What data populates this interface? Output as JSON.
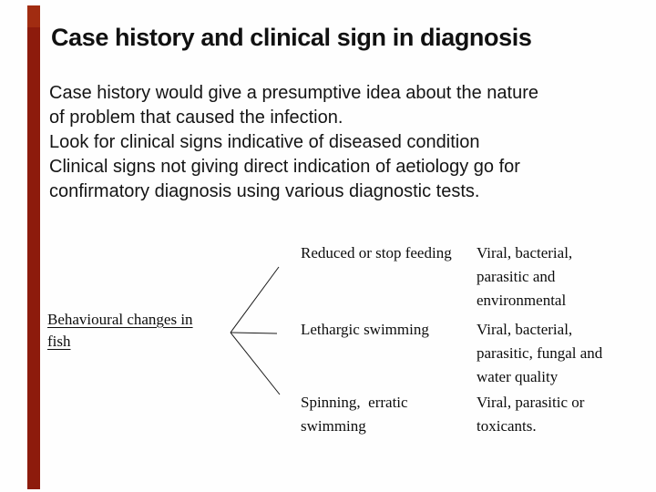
{
  "slide": {
    "title": "Case history and clinical sign in diagnosis",
    "colors": {
      "accent_bar": "#8d1b0c",
      "accent_bar_cap": "#a12c11",
      "background": "#fefefe",
      "text": "#141414"
    },
    "body_lines": [
      "Case history would give a presumptive idea about the nature",
      "of problem that caused the infection.",
      "Look for clinical signs indicative of diseased condition",
      "Clinical signs not giving direct indication of aetiology go for",
      "confirmatory diagnosis using various diagnostic tests."
    ],
    "diagram": {
      "label_lines": [
        "Behavioural changes in",
        "fish"
      ],
      "rows": [
        {
          "sign": [
            "Reduced or stop feeding"
          ],
          "cause": [
            "Viral, bacterial,",
            "parasitic and",
            "environmental"
          ]
        },
        {
          "sign": [
            "Lethargic swimming"
          ],
          "cause": [
            "Viral, bacterial,",
            "parasitic, fungal and",
            "water quality"
          ]
        },
        {
          "sign": [
            "Spinning,  erratic",
            "swimming"
          ],
          "cause": [
            "Viral, parasitic or",
            "toxicants."
          ]
        }
      ]
    }
  }
}
